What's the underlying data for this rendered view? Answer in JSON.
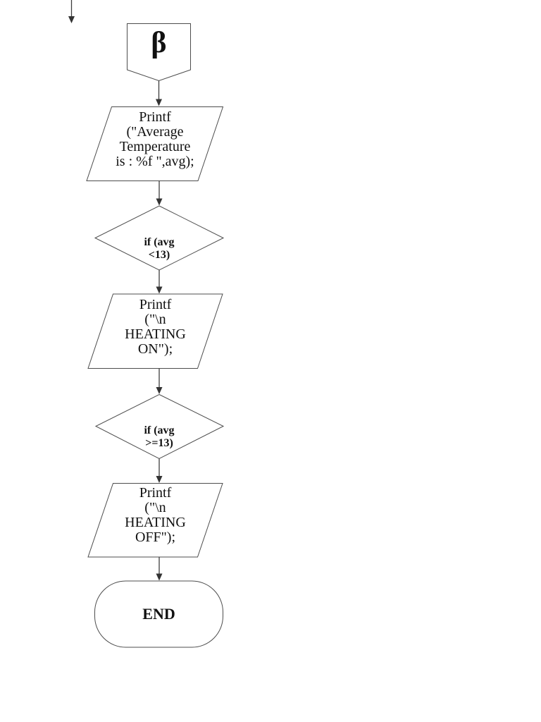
{
  "colors": {
    "background": "#ffffff",
    "shape_stroke": "#4d4d4d",
    "arrow": "#333333",
    "text": "#111111"
  },
  "flowchart": {
    "connector": {
      "label": "β",
      "type": "off-page-connector"
    },
    "nodes": {
      "print_avg": {
        "type": "parallelogram-io",
        "text": "Printf\n(\"Average\nTemperature\nis : %f \",avg);"
      },
      "decision_lt": {
        "type": "decision-diamond",
        "text": "if (avg\n<13)"
      },
      "print_on": {
        "type": "parallelogram-io",
        "text": "Printf\n(\"\\n\nHEATING\nON\");"
      },
      "decision_gte": {
        "type": "decision-diamond",
        "text": "if (avg\n>=13)"
      },
      "print_off": {
        "type": "parallelogram-io",
        "text": "Printf\n(\"\\n\nHEATING\nOFF\");"
      },
      "end": {
        "type": "terminator",
        "text": "END"
      }
    }
  }
}
